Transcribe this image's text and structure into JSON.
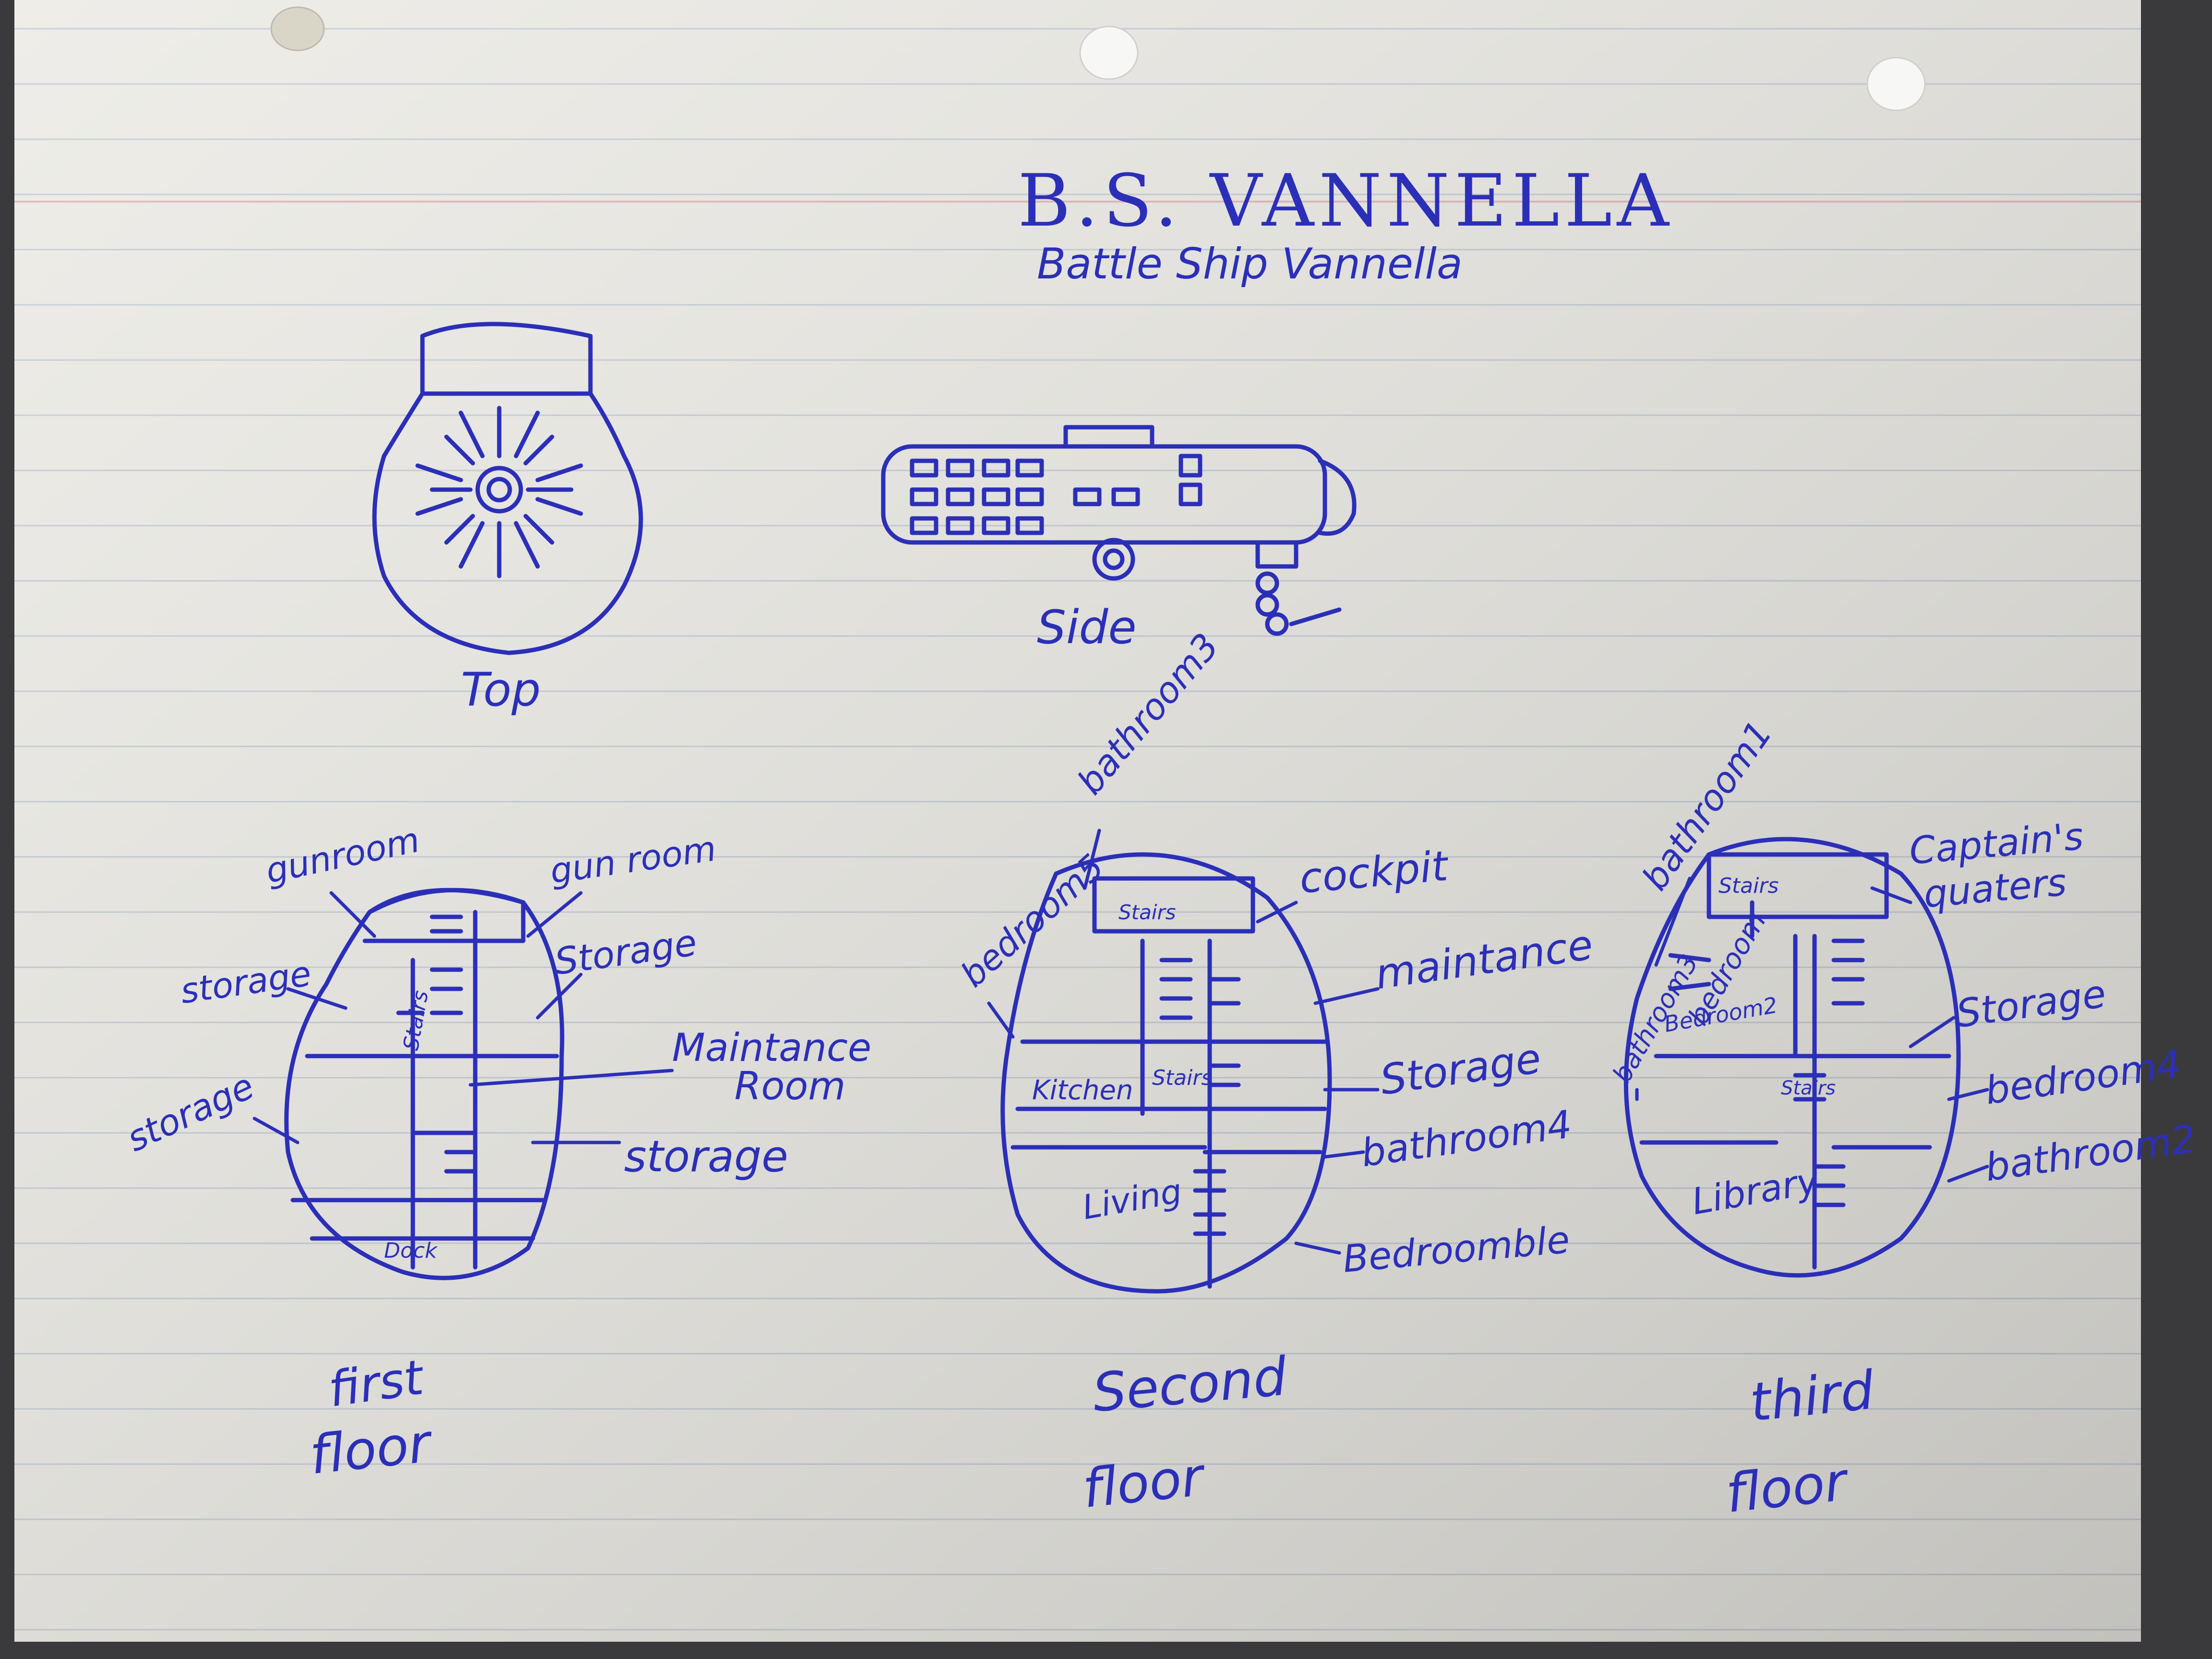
{
  "title": "B.S. VANNELLA",
  "subtitle": "Battle Ship Vannella",
  "views": {
    "top": "Top",
    "side": "Side"
  },
  "floors": {
    "first": {
      "caption_line1": "first",
      "caption_line2": "floor",
      "rooms": {
        "stairs": "Stairs",
        "dock": "Dock"
      },
      "labels": {
        "gunroom_left": "gunroom",
        "gunroom_right": "gun room",
        "storage_upper_left": "storage",
        "storage_upper_right": "Storage",
        "maintenance_line1": "Maintance",
        "maintenance_line2": "Room",
        "storage_left": "storage",
        "storage_right": "storage"
      }
    },
    "second": {
      "caption_line1": "Second",
      "caption_line2": "floor",
      "rooms": {
        "stairs_top": "Stairs",
        "kitchen": "Kitchen",
        "stairs_mid": "Stairs",
        "living": "Living"
      },
      "labels": {
        "bathroom3": "bathroom3",
        "bedroom5": "bedroom5",
        "cockpit": "cockpit",
        "maintenance": "maintance",
        "storage": "Storage",
        "bathroom4": "bathroom4",
        "bedroom": "Bedroomble"
      }
    },
    "third": {
      "caption_line1": "third",
      "caption_line2": "floor",
      "rooms": {
        "stairs_top": "Stairs",
        "bedroom2": "Bedroom2",
        "stairs_mid": "Stairs",
        "library": "Library"
      },
      "labels": {
        "bathroom1": "bathroom1",
        "captains_line1": "Captain's",
        "captains_line2": "quaters",
        "bedroom_left": "bedroom",
        "bathroom_left": "bathroom3",
        "storage": "Storage",
        "bedroom4": "bedroom4",
        "bathroom2": "bathroom2"
      }
    }
  },
  "colors": {
    "ink": "#2b2fb8",
    "paper": "#ecebe6",
    "rule": "#a9b4c8",
    "margin": "#d8a6a6",
    "background": "#3a3a3d"
  }
}
